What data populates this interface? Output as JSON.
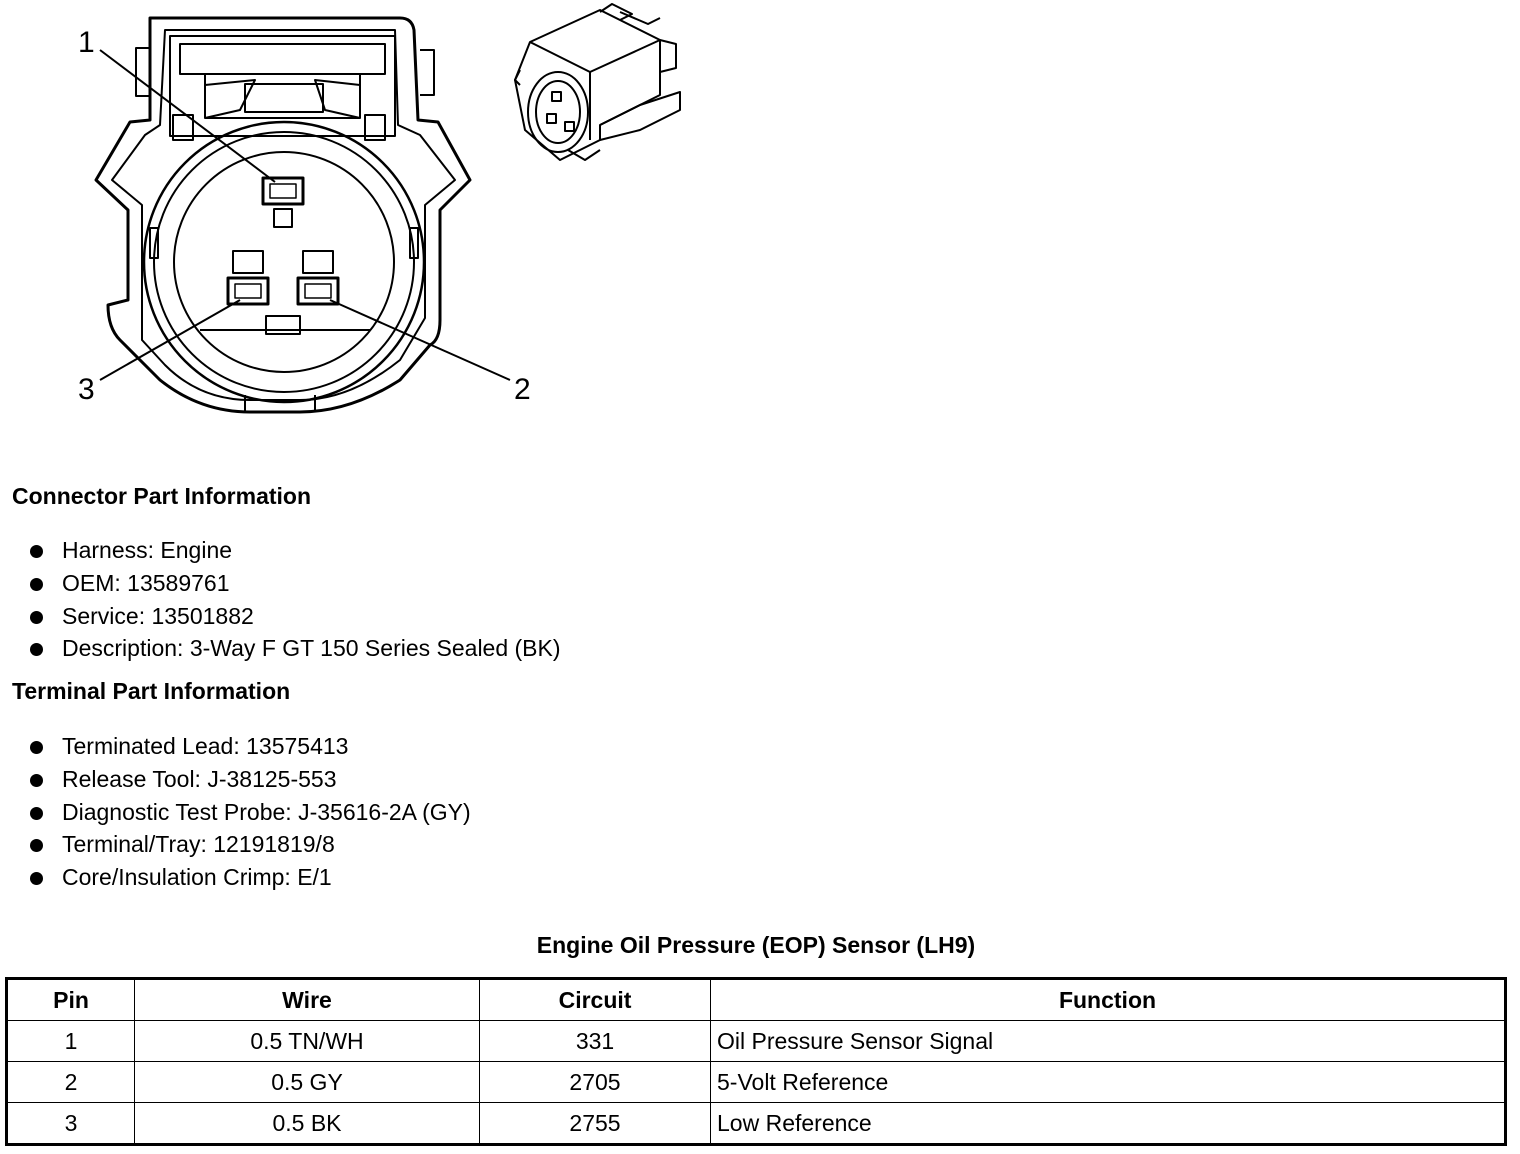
{
  "diagram": {
    "callouts": [
      "1",
      "2",
      "3"
    ]
  },
  "connector_info": {
    "heading": "Connector Part Information",
    "items": [
      "Harness: Engine",
      "OEM: 13589761",
      "Service: 13501882",
      "Description: 3-Way F GT 150 Series Sealed (BK)"
    ]
  },
  "terminal_info": {
    "heading": "Terminal Part Information",
    "items": [
      "Terminated Lead: 13575413",
      "Release Tool: J-38125-553",
      "Diagnostic Test Probe: J-35616-2A (GY)",
      "Terminal/Tray: 12191819/8",
      "Core/Insulation Crimp: E/1"
    ]
  },
  "table": {
    "title": "Engine Oil Pressure (EOP) Sensor (LH9)",
    "headers": [
      "Pin",
      "Wire",
      "Circuit",
      "Function"
    ],
    "rows": [
      [
        "1",
        "0.5 TN/WH",
        "331",
        "Oil Pressure Sensor Signal"
      ],
      [
        "2",
        "0.5 GY",
        "2705",
        "5-Volt Reference"
      ],
      [
        "3",
        "0.5 BK",
        "2755",
        "Low Reference"
      ]
    ]
  }
}
